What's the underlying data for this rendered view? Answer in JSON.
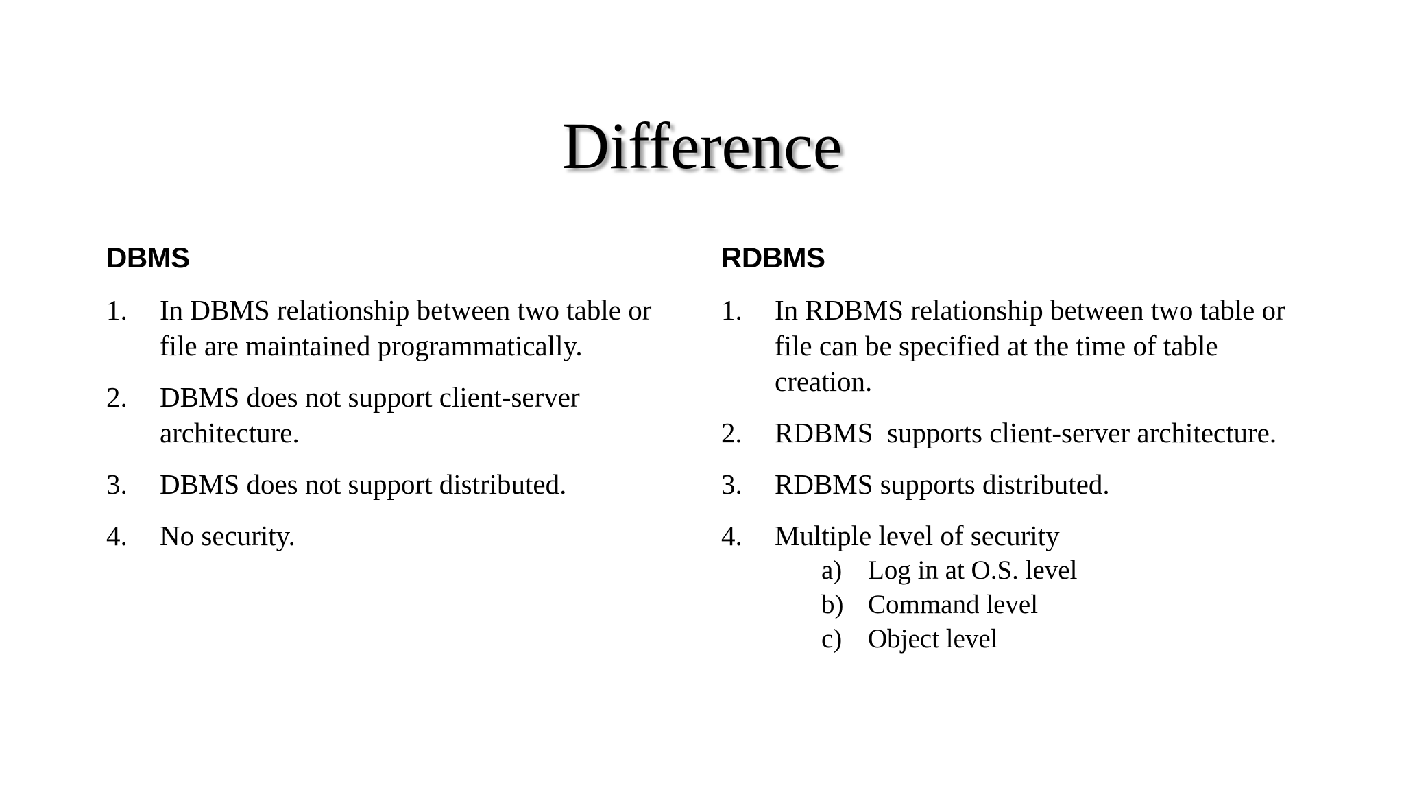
{
  "slide": {
    "title": "Difference",
    "background_color": "#ffffff",
    "text_color": "#000000",
    "title_shadow_color": "#5a5a5a"
  },
  "left_column": {
    "heading": "DBMS",
    "items": [
      {
        "marker": "1.",
        "text": "In DBMS relationship between two table or file are maintained programmatically."
      },
      {
        "marker": "2.",
        "text": "DBMS does not support client-server architecture."
      },
      {
        "marker": "3.",
        "text": "DBMS does not support distributed."
      },
      {
        "marker": "4.",
        "text": "No security."
      }
    ]
  },
  "right_column": {
    "heading": "RDBMS",
    "items": [
      {
        "marker": "1.",
        "text": "In RDBMS relationship between two table or file can be specified at the time of table creation."
      },
      {
        "marker": "2.",
        "text": "RDBMS  supports client-server architecture."
      },
      {
        "marker": "3.",
        "text": "RDBMS supports distributed."
      },
      {
        "marker": "4.",
        "text": "Multiple level of security"
      }
    ],
    "sub_items": [
      {
        "marker": "a)",
        "text": "Log in at O.S. level"
      },
      {
        "marker": "b)",
        "text": "Command level"
      },
      {
        "marker": "c)",
        "text": "Object level"
      }
    ]
  }
}
